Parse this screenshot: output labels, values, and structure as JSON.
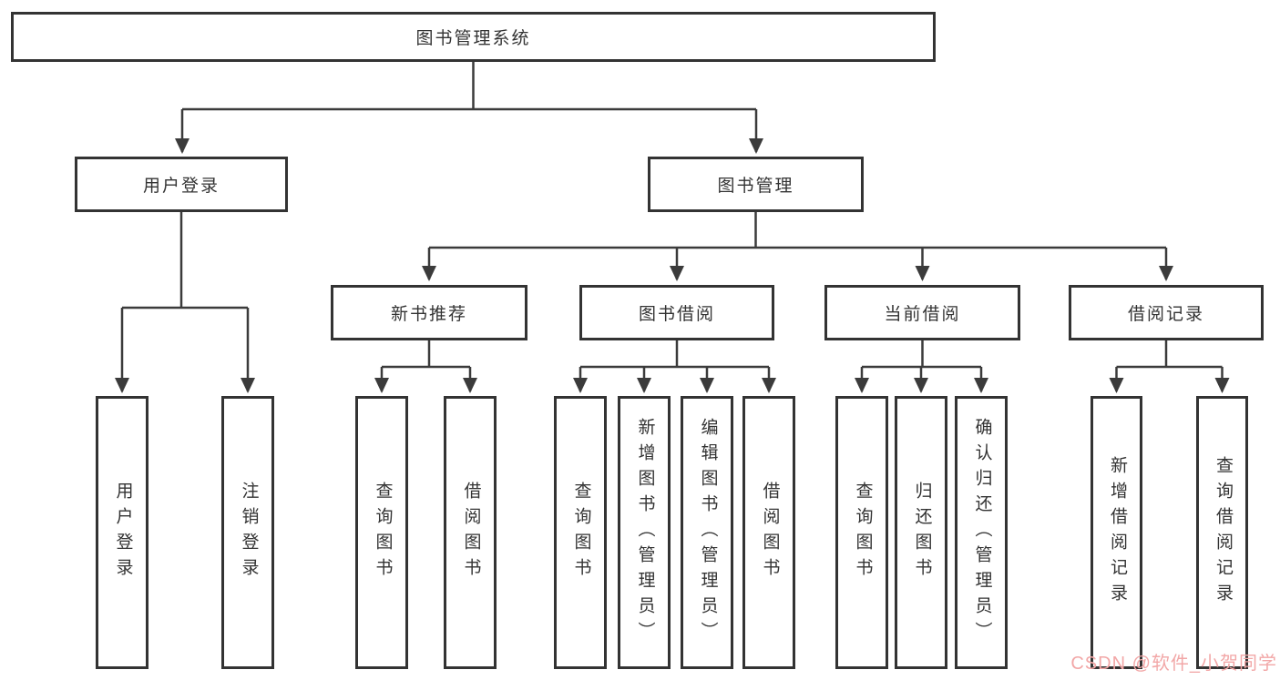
{
  "diagram": {
    "title": "图书管理系统",
    "colors": {
      "box_border": "#333333",
      "connector_line": "#3b3b3b",
      "text": "#333333",
      "watermark_text": "#f2a7a7",
      "background": "#ffffff"
    },
    "nodes": {
      "root": {
        "label": "图书管理系统"
      },
      "user_login": {
        "label": "用户登录"
      },
      "book_mgmt": {
        "label": "图书管理"
      },
      "new_book_rec": {
        "label": "新书推荐"
      },
      "book_borrow": {
        "label": "图书借阅"
      },
      "current_borrow": {
        "label": "当前借阅"
      },
      "borrow_records": {
        "label": "借阅记录"
      },
      "leaf_user_login": {
        "label": "用户登录"
      },
      "leaf_logout": {
        "label": "注销登录"
      },
      "leaf_query_book_rec": {
        "label": "查询图书"
      },
      "leaf_borrow_book_rec": {
        "label": "借阅图书"
      },
      "leaf_query_book_borrow": {
        "label": "查询图书"
      },
      "leaf_add_book": {
        "label": "新增图书（管理员）"
      },
      "leaf_edit_book": {
        "label": "编辑图书（管理员）"
      },
      "leaf_borrow_book_borrow": {
        "label": "借阅图书"
      },
      "leaf_query_book_current": {
        "label": "查询图书"
      },
      "leaf_return_book": {
        "label": "归还图书"
      },
      "leaf_confirm_return": {
        "label": "确认归还（管理员）"
      },
      "leaf_add_borrow_record": {
        "label": "新增借阅记录"
      },
      "leaf_query_borrow_record": {
        "label": "查询借阅记录"
      }
    },
    "watermark": "CSDN @软件_小贺同学"
  }
}
